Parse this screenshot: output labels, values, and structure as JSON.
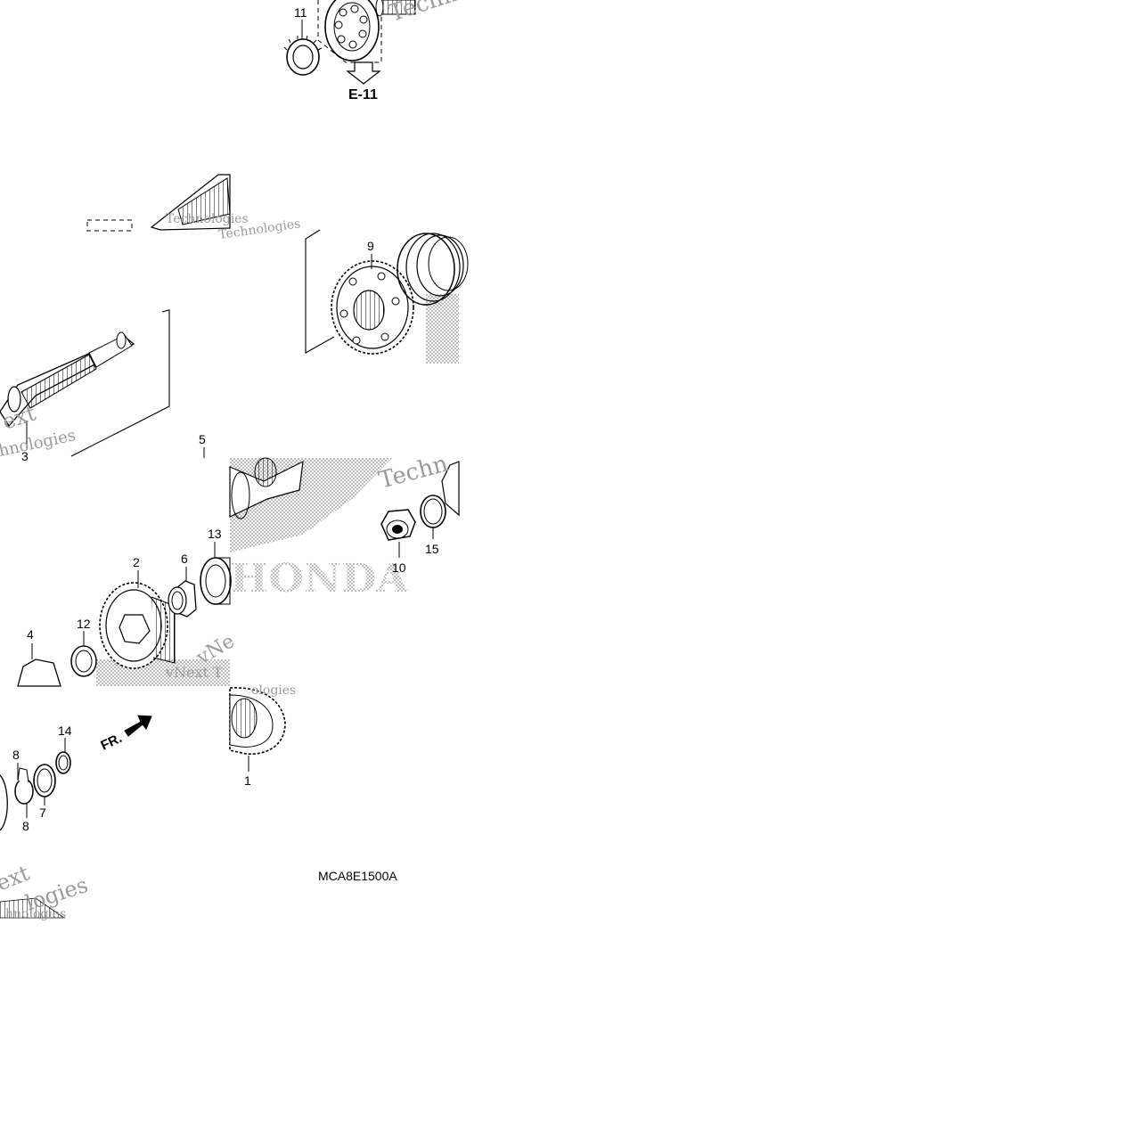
{
  "diagram": {
    "ref_marker": "E-11",
    "front_label": "FR.",
    "figure_code": "MCA8E1500A",
    "callouts": {
      "c1": "1",
      "c2": "2",
      "c3": "3",
      "c4": "4",
      "c5": "5",
      "c6": "6",
      "c7": "7",
      "c8a": "8",
      "c8b": "8",
      "c9": "9",
      "c10": "10",
      "c11": "11",
      "c12": "12",
      "c13": "13",
      "c14": "14",
      "c15": "15"
    },
    "watermarks": {
      "w1": "Techno",
      "w2": "Technologies",
      "w3": "Technologies",
      "w4": "ext",
      "w5": "hnologies",
      "w6": "Techn",
      "w7": "vNext T",
      "w8": "vNe",
      "w9": "ologies",
      "w10": "ext",
      "w11": "logies",
      "w12": "hnologies"
    },
    "logo_text": "HONDA"
  }
}
